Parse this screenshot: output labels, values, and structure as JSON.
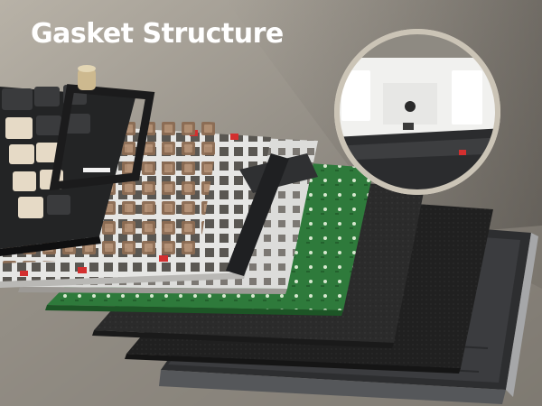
{
  "headline": "Gasket Structure",
  "layers": [
    {
      "name": "keycaps-and-top-case"
    },
    {
      "name": "switches"
    },
    {
      "name": "top-plate"
    },
    {
      "name": "switch-pad"
    },
    {
      "name": "pcb"
    },
    {
      "name": "pcb-foam"
    },
    {
      "name": "bottom-foam"
    },
    {
      "name": "bottom-case"
    }
  ],
  "detail_callout": {
    "subject": "gasket-mount-detail"
  },
  "colors": {
    "background_light": "#b7b1a6",
    "background_dark": "#6f6b64",
    "plate": "#e8e8e6",
    "pcb": "#2f7a3c",
    "foam": "#2a2a2a",
    "case": "#3a3b3d",
    "accent_red": "#d32f2f",
    "switch_brown": "#8a6a50",
    "keycap_cream": "#e8d9c2"
  }
}
